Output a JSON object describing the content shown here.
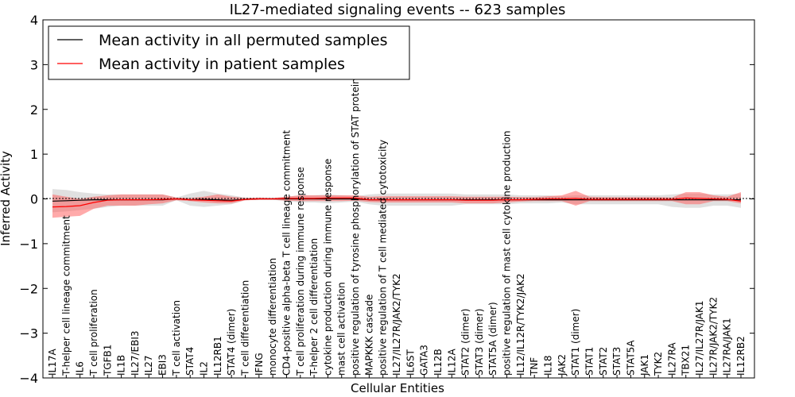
{
  "chart_data": {
    "type": "line",
    "title": "IL27-mediated signaling events -- 623 samples",
    "xlabel": "Cellular Entities",
    "ylabel": "Inferred Activity",
    "ylim": [
      -4,
      4
    ],
    "yticks": [
      -4,
      -3,
      -2,
      -1,
      0,
      1,
      2,
      3,
      4
    ],
    "ytick_labels": [
      "−4",
      "−3",
      "−2",
      "−1",
      "0",
      "1",
      "2",
      "3",
      "4"
    ],
    "grid": false,
    "legend_position": "top-left",
    "categories": [
      "IL17A",
      "T-helper cell lineage commitment",
      "IL6",
      "T cell proliferation",
      "TGFB1",
      "IL1B",
      "IL27/EBI3",
      "IL27",
      "EBI3",
      "T cell activation",
      "STAT4",
      "IL2",
      "IL12RB1",
      "STAT4 (dimer)",
      "T cell differentiation",
      "IFNG",
      "monocyte differentiation",
      "CD4-positive alpha-beta T cell lineage commitment",
      "T cell proliferation during immune response",
      "T-helper 2 cell differentiation",
      "cytokine production during immune response",
      "mast cell activation",
      "positive regulation of tyrosine phosphorylation of STAT protein",
      "MAPKKK cascade",
      "positive regulation of T cell mediated cytotoxicity",
      "IL27/IL27R/JAK2/TYK2",
      "IL6ST",
      "GATA3",
      "IL12B",
      "IL12A",
      "STAT2 (dimer)",
      "STAT3 (dimer)",
      "STAT5A (dimer)",
      "positive regulation of mast cell cytokine production",
      "IL12/IL12R/TYK2/JAK2",
      "TNF",
      "IL18",
      "JAK2",
      "STAT1 (dimer)",
      "STAT1",
      "STAT2",
      "STAT3",
      "STAT5A",
      "JAK1",
      "TYK2",
      "IL27RA",
      "TBX21",
      "IL27/IL27R/JAK1",
      "IL27R/JAK2/TYK2",
      "IL27RA/JAK1",
      "IL12RB2"
    ],
    "series": [
      {
        "name": "Mean activity in all permuted samples",
        "color": "#000000",
        "values": [
          -0.05,
          -0.04,
          -0.03,
          -0.02,
          -0.02,
          -0.02,
          -0.02,
          -0.02,
          -0.02,
          0,
          -0.02,
          -0.01,
          -0.02,
          -0.03,
          -0.01,
          0,
          0,
          0,
          0,
          0,
          0,
          0,
          0,
          -0.02,
          -0.02,
          -0.02,
          -0.02,
          -0.02,
          -0.02,
          -0.02,
          -0.02,
          -0.02,
          -0.02,
          -0.02,
          -0.02,
          -0.02,
          -0.02,
          -0.02,
          -0.02,
          -0.02,
          -0.02,
          -0.02,
          -0.02,
          -0.02,
          -0.02,
          -0.02,
          -0.02,
          -0.02,
          -0.02,
          -0.02,
          -0.02
        ],
        "band_upper": [
          0.22,
          0.2,
          0.15,
          0.12,
          0.1,
          0.1,
          0.1,
          0.1,
          0.1,
          0.03,
          0.12,
          0.18,
          0.12,
          0.08,
          0.03,
          0.02,
          0.02,
          0.05,
          0.08,
          0.08,
          0.1,
          0.08,
          0.06,
          0.1,
          0.12,
          0.12,
          0.12,
          0.12,
          0.12,
          0.12,
          0.1,
          0.1,
          0.1,
          0.1,
          0.08,
          0.08,
          0.08,
          0.06,
          0.08,
          0.08,
          0.08,
          0.08,
          0.08,
          0.08,
          0.08,
          0.1,
          0.12,
          0.12,
          0.1,
          0.1,
          0.12
        ],
        "band_lower": [
          -0.3,
          -0.28,
          -0.25,
          -0.22,
          -0.18,
          -0.15,
          -0.15,
          -0.15,
          -0.15,
          -0.03,
          -0.15,
          -0.18,
          -0.15,
          -0.12,
          -0.03,
          -0.02,
          -0.02,
          -0.05,
          -0.08,
          -0.08,
          -0.1,
          -0.08,
          -0.06,
          -0.12,
          -0.15,
          -0.15,
          -0.15,
          -0.15,
          -0.15,
          -0.15,
          -0.12,
          -0.12,
          -0.12,
          -0.12,
          -0.1,
          -0.1,
          -0.1,
          -0.08,
          -0.12,
          -0.12,
          -0.12,
          -0.12,
          -0.12,
          -0.12,
          -0.12,
          -0.18,
          -0.2,
          -0.2,
          -0.15,
          -0.15,
          -0.2
        ],
        "band_color": "#bbbbbb"
      },
      {
        "name": "Mean activity in patient samples",
        "color": "#ff0000",
        "values": [
          -0.18,
          -0.17,
          -0.15,
          -0.08,
          -0.03,
          -0.02,
          -0.02,
          -0.02,
          -0.01,
          0,
          -0.02,
          -0.03,
          -0.04,
          -0.05,
          -0.01,
          0,
          0,
          0.01,
          0.01,
          0.01,
          0.02,
          0.02,
          0.02,
          -0.02,
          -0.02,
          -0.02,
          -0.02,
          -0.02,
          -0.02,
          -0.02,
          -0.03,
          -0.03,
          -0.03,
          -0.02,
          -0.02,
          -0.01,
          0,
          0,
          0.01,
          -0.01,
          -0.01,
          -0.01,
          -0.01,
          -0.01,
          -0.01,
          -0.01,
          0.02,
          0.01,
          0,
          -0.01,
          -0.05
        ],
        "band_upper": [
          0.1,
          0.05,
          0,
          0.05,
          0.08,
          0.1,
          0.1,
          0.1,
          0.1,
          0.03,
          0.02,
          0.05,
          0.1,
          0.05,
          0.02,
          0.03,
          0.02,
          0.05,
          0.08,
          0.08,
          0.08,
          0.08,
          0.08,
          0.05,
          0.06,
          0.06,
          0.06,
          0.06,
          0.06,
          0.06,
          0.05,
          0.05,
          0.05,
          0.05,
          0.04,
          0.04,
          0.06,
          0.08,
          0.18,
          0.05,
          0.04,
          0.04,
          0.04,
          0.04,
          0.04,
          0.03,
          0.15,
          0.15,
          0.08,
          0.05,
          0.15
        ],
        "band_lower": [
          -0.42,
          -0.4,
          -0.38,
          -0.22,
          -0.15,
          -0.15,
          -0.15,
          -0.12,
          -0.1,
          -0.03,
          -0.05,
          -0.08,
          -0.1,
          -0.1,
          -0.03,
          -0.02,
          -0.02,
          -0.04,
          -0.05,
          -0.05,
          -0.05,
          -0.05,
          -0.04,
          -0.07,
          -0.08,
          -0.08,
          -0.08,
          -0.08,
          -0.08,
          -0.08,
          -0.1,
          -0.1,
          -0.1,
          -0.08,
          -0.06,
          -0.05,
          -0.05,
          -0.05,
          -0.15,
          -0.05,
          -0.05,
          -0.05,
          -0.05,
          -0.05,
          -0.05,
          -0.05,
          -0.12,
          -0.12,
          -0.05,
          -0.05,
          -0.1
        ],
        "band_color": "#ff5555"
      }
    ]
  }
}
